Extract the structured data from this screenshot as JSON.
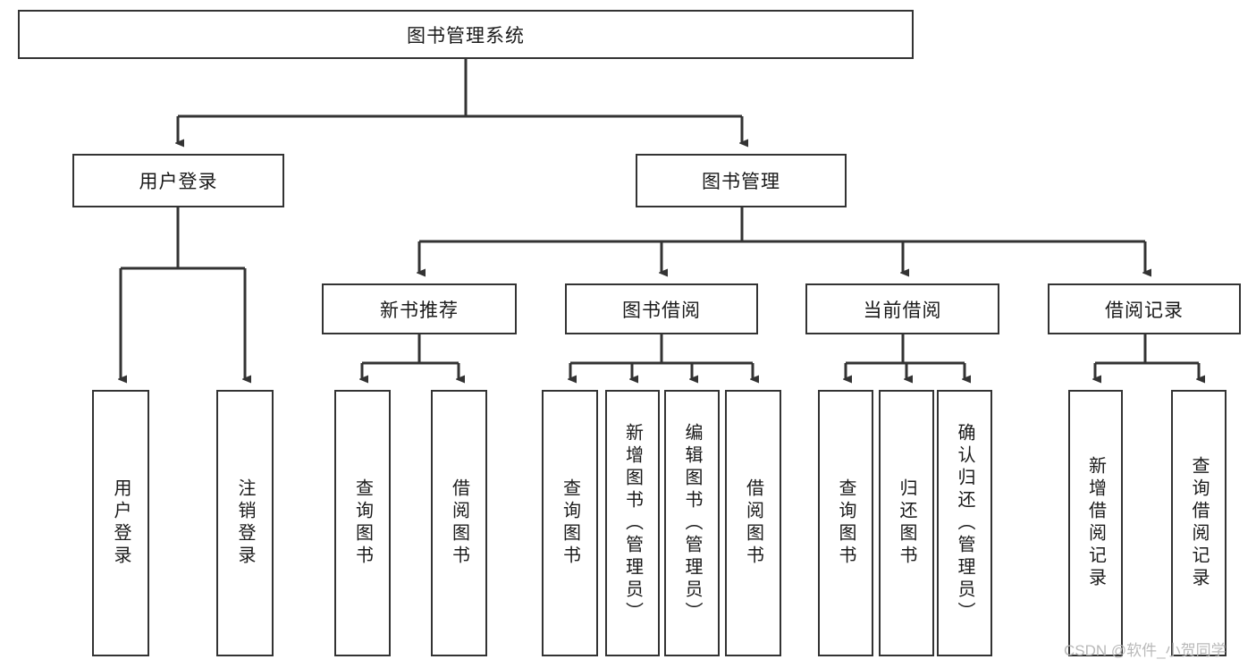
{
  "diagram": {
    "type": "tree-hierarchy-chart",
    "title": "图书管理系统",
    "stroke_color": "#333333",
    "background_color": "#ffffff",
    "root": {
      "label": "图书管理系统",
      "children": [
        {
          "label": "用户登录",
          "children": [
            {
              "label": "用户登录"
            },
            {
              "label": "注销登录"
            }
          ]
        },
        {
          "label": "图书管理",
          "children": [
            {
              "label": "新书推荐",
              "children": [
                {
                  "label": "查询图书"
                },
                {
                  "label": "借阅图书"
                }
              ]
            },
            {
              "label": "图书借阅",
              "children": [
                {
                  "label": "查询图书"
                },
                {
                  "label": "新增图书（管理员）"
                },
                {
                  "label": "编辑图书（管理员）"
                },
                {
                  "label": "借阅图书"
                }
              ]
            },
            {
              "label": "当前借阅",
              "children": [
                {
                  "label": "查询图书"
                },
                {
                  "label": "归还图书"
                },
                {
                  "label": "确认归还（管理员）"
                }
              ]
            },
            {
              "label": "借阅记录",
              "children": [
                {
                  "label": "新增借阅记录"
                },
                {
                  "label": "查询借阅记录"
                }
              ]
            }
          ]
        }
      ]
    }
  },
  "watermark": {
    "text": "CSDN @软件_小贺同学"
  }
}
